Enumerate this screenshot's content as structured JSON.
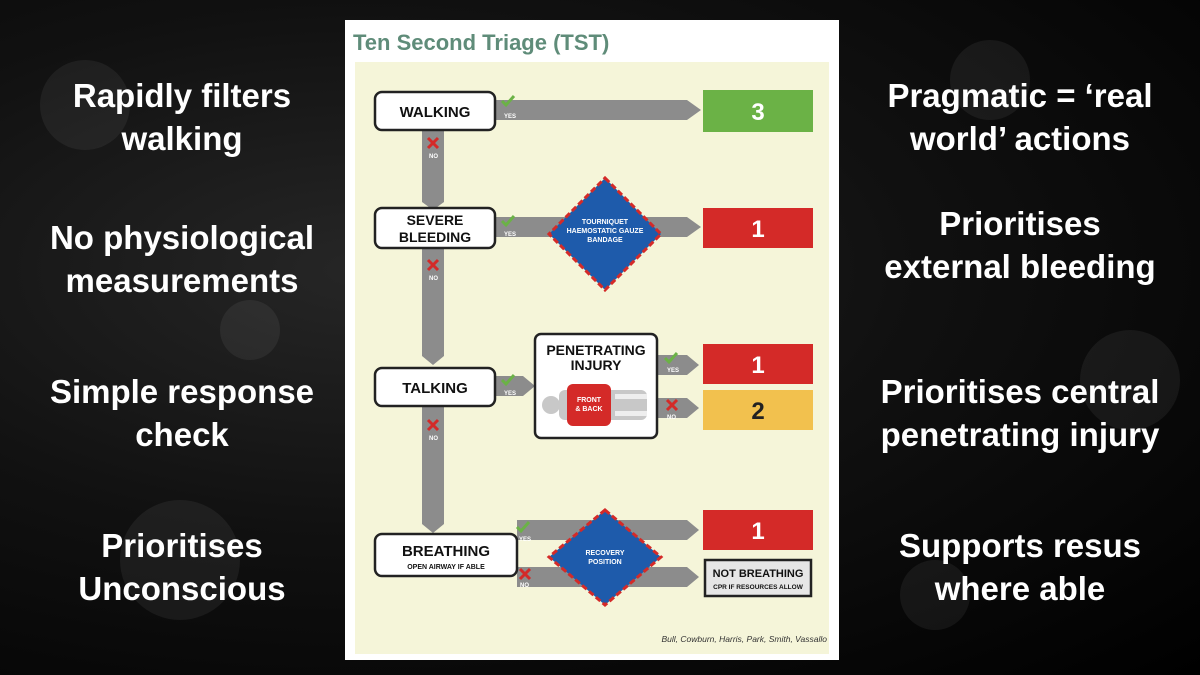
{
  "left_points": [
    {
      "lines": [
        "Rapidly filters",
        "walking"
      ]
    },
    {
      "lines": [
        "No physiological",
        "measurements"
      ]
    },
    {
      "lines": [
        "Simple response",
        "check"
      ]
    },
    {
      "lines": [
        "Prioritises",
        "Unconscious"
      ]
    }
  ],
  "right_points": [
    {
      "lines": [
        "Pragmatic = ‘real",
        "world’ actions"
      ]
    },
    {
      "lines": [
        "Prioritises",
        "external bleeding"
      ]
    },
    {
      "lines": [
        "Prioritises central",
        "penetrating injury"
      ]
    },
    {
      "lines": [
        "Supports resus",
        "where able"
      ]
    }
  ],
  "card": {
    "title": "Ten Second Triage (TST)",
    "credits": "Bull, Cowburn, Harris, Park, Smith, Vassallo"
  },
  "flow": {
    "walking": "WALKING",
    "severe_bleeding": [
      "SEVERE",
      "BLEEDING"
    ],
    "talking": "TALKING",
    "breathing": "BREATHING",
    "breathing_sub": "OPEN AIRWAY IF ABLE",
    "yes": "YES",
    "no": "NO",
    "tourniquet": [
      "TOURNIQUET",
      "HAEMOSTATIC GAUZE",
      "BANDAGE"
    ],
    "recovery": [
      "RECOVERY",
      "POSITION"
    ],
    "penetrating": [
      "PENETRATING",
      "INJURY"
    ],
    "front_back": [
      "FRONT",
      "& BACK"
    ],
    "not_breathing": "NOT BREATHING",
    "not_breathing_sub": "CPR IF RESOURCES ALLOW",
    "priorities": {
      "walking": "3",
      "bleeding": "1",
      "penetrating_yes": "1",
      "penetrating_no": "2",
      "breathing": "1"
    }
  },
  "colors": {
    "green": "#6bb246",
    "red": "#d42a28",
    "yellow": "#f2c14e",
    "blue": "#1e5bab",
    "gray": "#8c8c8c",
    "cream": "#f5f5d9",
    "title": "#5f8c79"
  }
}
